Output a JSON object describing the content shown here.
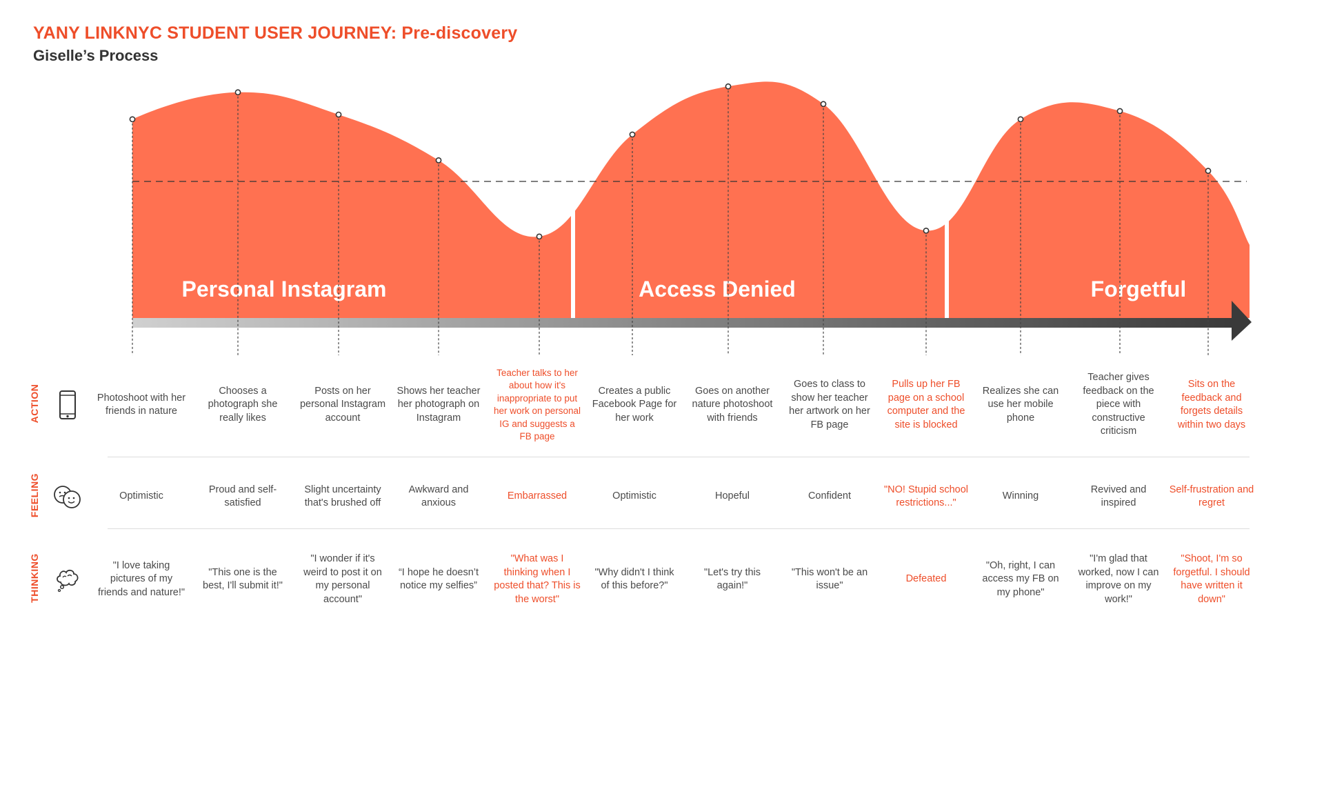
{
  "title": "YANY LINKNYC STUDENT USER JOURNEY: Pre-discovery",
  "subtitle": "Giselle’s Process",
  "colors": {
    "accent": "#ee4e2a",
    "curve_top": "#ffb67e",
    "curve_bottom": "#ff7151",
    "text": "#4a4a4a",
    "arrow_start": "#d0d0d0",
    "arrow_end": "#3a3a3a"
  },
  "phases": [
    {
      "label": "Personal Instagram"
    },
    {
      "label": "Access Denied"
    },
    {
      "label": "Forgetful"
    }
  ],
  "rows": [
    {
      "label": "ACTION",
      "icon": "smartphone-icon"
    },
    {
      "label": "FEELING",
      "icon": "smiley-faces-icon"
    },
    {
      "label": "THINKING",
      "icon": "thought-cloud-icon"
    }
  ],
  "steps": [
    {
      "action": "Photoshoot with her friends in nature",
      "feeling": "Optimistic",
      "thinking": "\"I love taking pictures of my friends and nature!\"",
      "level": 0.53,
      "negative": false
    },
    {
      "action": "Chooses a photograph she really likes",
      "feeling": "Proud and self-satisfied",
      "thinking": "\"This one is the best, I'll submit it!\"",
      "level": 0.76,
      "negative": false
    },
    {
      "action": "Posts on her personal Instagram account",
      "feeling": "Slight uncertainty that's brushed off",
      "thinking": "\"I wonder if it's weird to post it on my personal account\"",
      "level": 0.57,
      "negative": false
    },
    {
      "action": "Shows her teacher her photograph on Instagram",
      "feeling": "Awkward and anxious",
      "thinking": "“I hope he doesn’t notice my selfies”",
      "level": 0.18,
      "negative": false
    },
    {
      "action": "Teacher talks to her about how it's inappropriate to put her work on personal IG and suggests a FB page",
      "feeling": "Embarrassed",
      "thinking": "\"What was I thinking when I posted that? This is the worst\"",
      "level": -0.47,
      "negative": true
    },
    {
      "action": "Creates a public Facebook Page for her work",
      "feeling": "Optimistic",
      "thinking": "\"Why didn't I think of this before?\"",
      "level": 0.4,
      "negative": false
    },
    {
      "action": "Goes on another nature photoshoot with friends",
      "feeling": "Hopeful",
      "thinking": "\"Let's try this again!\"",
      "level": 0.81,
      "negative": false
    },
    {
      "action": "Goes to class to show her teacher her artwork on her FB page",
      "feeling": "Confident",
      "thinking": "\"This won't be an issue\"",
      "level": 0.66,
      "negative": false
    },
    {
      "action": "Pulls up her FB page on a school computer and the site is blocked",
      "feeling": "\"NO! Stupid school restrictions...\"",
      "thinking": "Defeated",
      "level": -0.42,
      "negative": true
    },
    {
      "action": "Realizes she can use her mobile phone",
      "feeling": "Winning",
      "thinking": "\"Oh, right, I can access my FB on my phone\"",
      "level": 0.53,
      "negative": false
    },
    {
      "action": "Teacher gives feedback on the piece with constructive criticism",
      "feeling": "Revived and inspired",
      "thinking": "\"I'm glad that worked, now I can improve on my work!\"",
      "level": 0.6,
      "negative": false
    },
    {
      "action": "Sits on the feedback and forgets details within two days",
      "feeling": "Self-frustration and regret",
      "thinking": "\"Shoot, I'm so forgetful. I should have written it down\"",
      "level": 0.09,
      "negative": true
    }
  ]
}
